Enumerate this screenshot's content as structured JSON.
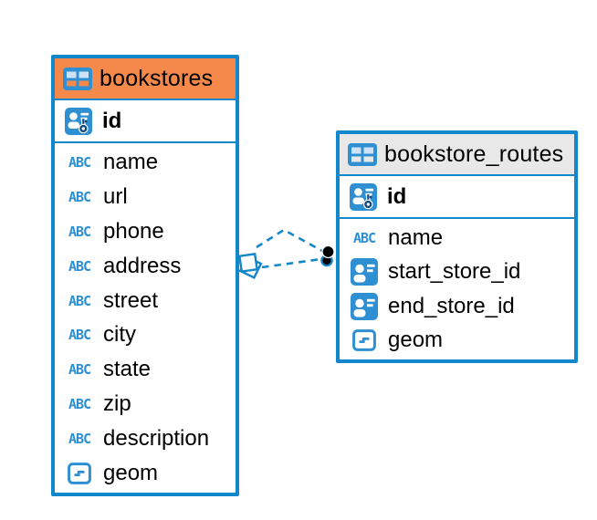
{
  "colors": {
    "accent_blue": "#1287CB",
    "icon_blue": "#2F8FD3",
    "key_navy": "#10497E",
    "header_orange": "#F5894B",
    "header_gray": "#E8E8E8",
    "text": "#000000"
  },
  "icons": {
    "text_type_label": "ABC"
  },
  "tables": [
    {
      "title": "bookstores",
      "header_style": "orange",
      "columns": [
        {
          "label": "id",
          "type": "primary-key"
        },
        {
          "label": "name",
          "type": "text"
        },
        {
          "label": "url",
          "type": "text"
        },
        {
          "label": "phone",
          "type": "text"
        },
        {
          "label": "address",
          "type": "text"
        },
        {
          "label": "street",
          "type": "text"
        },
        {
          "label": "city",
          "type": "text"
        },
        {
          "label": "state",
          "type": "text"
        },
        {
          "label": "zip",
          "type": "text"
        },
        {
          "label": "description",
          "type": "text"
        },
        {
          "label": "geom",
          "type": "geometry"
        }
      ]
    },
    {
      "title": "bookstore_routes",
      "header_style": "gray",
      "columns": [
        {
          "label": "id",
          "type": "primary-key"
        },
        {
          "label": "name",
          "type": "text"
        },
        {
          "label": "start_store_id",
          "type": "foreign-key"
        },
        {
          "label": "end_store_id",
          "type": "foreign-key"
        },
        {
          "label": "geom",
          "type": "geometry"
        }
      ]
    }
  ],
  "relationships": [
    {
      "from_table": "bookstore_routes",
      "to_table": "bookstores",
      "style": "dashed"
    },
    {
      "from_table": "bookstore_routes",
      "to_table": "bookstores",
      "style": "dashed"
    }
  ]
}
